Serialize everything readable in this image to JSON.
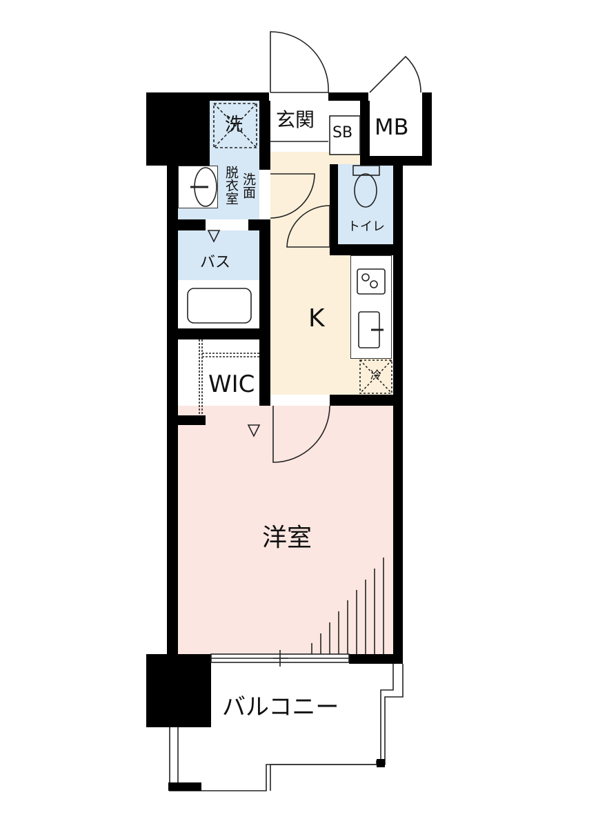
{
  "floorplan": {
    "rooms": {
      "entrance": {
        "label": "玄関"
      },
      "shoe_box": {
        "label": "SB"
      },
      "meter_box": {
        "label": "MB"
      },
      "washer": {
        "label": "洗"
      },
      "washroom": {
        "label_col1": "脱衣室",
        "label_col2": "洗面"
      },
      "toilet": {
        "label": "トイレ"
      },
      "bath": {
        "label": "バス"
      },
      "kitchen": {
        "label": "K"
      },
      "fridge": {
        "label": "冷"
      },
      "wic": {
        "label": "WIC"
      },
      "western_room": {
        "label": "洋室"
      },
      "balcony": {
        "label": "バルコニー"
      }
    },
    "colors": {
      "wall": "#000000",
      "kitchen_fill": "#fcf0da",
      "wet_area_fill": "#d6e7f5",
      "western_room_fill": "#fbe6e1",
      "storage_fill": "#ffffff"
    }
  }
}
